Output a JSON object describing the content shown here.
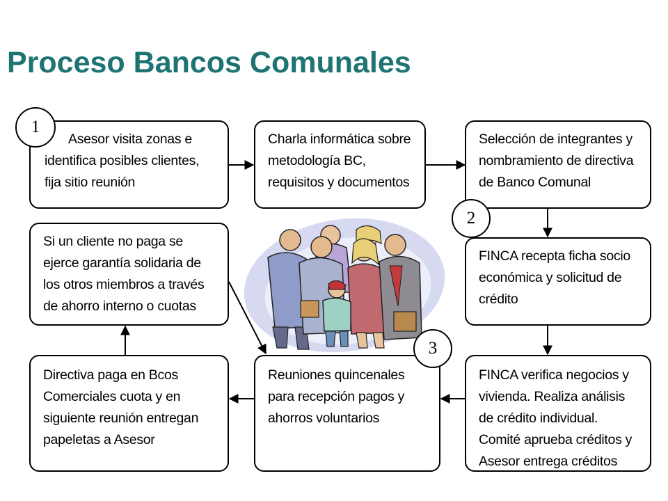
{
  "title": "Proceso Bancos Comunales",
  "steps": [
    {
      "lines": [
        "Asesor visita zonas e",
        "identifica posibles clientes,",
        "fija sitio reunión"
      ]
    },
    {
      "lines": [
        "Charla informática sobre",
        "metodología BC,",
        "requisitos y documentos"
      ]
    },
    {
      "lines": [
        "Selección de integrantes y",
        "nombramiento de directiva",
        "de Banco Comunal"
      ]
    },
    {
      "lines": [
        "FINCA recepta ficha socio",
        "económica y solicitud de",
        "crédito"
      ]
    },
    {
      "lines": [
        "FINCA verifica negocios y",
        "vivienda. Realiza análisis",
        "de crédito individual.",
        "Comité aprueba créditos y",
        "Asesor entrega créditos"
      ]
    },
    {
      "lines": [
        "Reuniones quincenales",
        "para recepción pagos y",
        "ahorros voluntarios"
      ]
    },
    {
      "lines": [
        "Directiva paga en Bcos",
        "Comerciales  cuota y en",
        "siguiente reunión entregan",
        "papeletas a Asesor"
      ]
    },
    {
      "lines": [
        "Si un cliente no paga se",
        "ejerce garantía solidaria de",
        "los otros miembros a través",
        "de ahorro interno o cuotas"
      ]
    }
  ],
  "markers": [
    "1",
    "2",
    "3"
  ],
  "colors": {
    "title": "#1e7373"
  }
}
